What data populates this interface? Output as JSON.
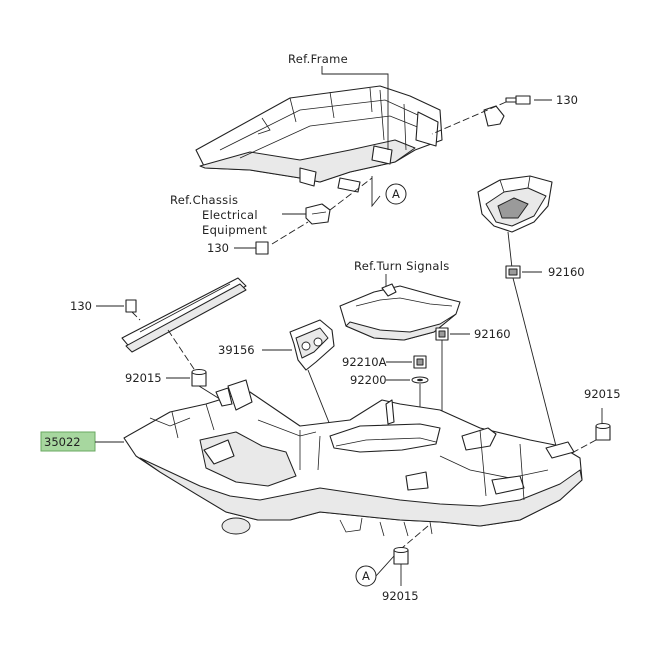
{
  "labels": {
    "ref_frame": "Ref.Frame",
    "ref_chassis_1": "Ref.Chassis",
    "ref_chassis_2": "Electrical",
    "ref_chassis_3": "Equipment",
    "ref_turn": "Ref.Turn Signals",
    "p130_a": "130",
    "p130_b": "130",
    "p130_c": "130",
    "p92160_a": "92160",
    "p92160_b": "92160",
    "p39156": "39156",
    "p92210a": "92210A",
    "p92200": "92200",
    "p92015_a": "92015",
    "p92015_b": "92015",
    "p92015_c": "92015",
    "p35022": "35022",
    "callout_a_1": "A",
    "callout_a_2": "A"
  },
  "colors": {
    "highlight": "#a7d79f",
    "line": "#222222"
  }
}
